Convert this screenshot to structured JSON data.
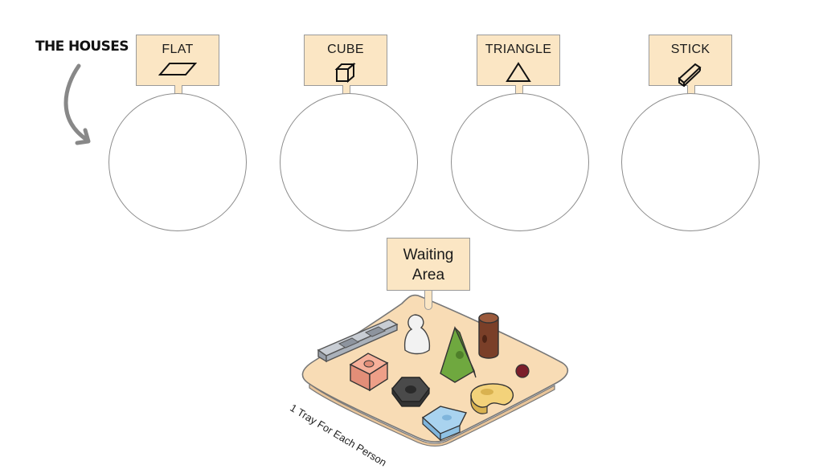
{
  "title": "THE HOUSES",
  "houses": [
    {
      "label": "FLAT",
      "icon": "parallelogram-icon"
    },
    {
      "label": "CUBE",
      "icon": "cube-icon"
    },
    {
      "label": "TRIANGLE",
      "icon": "triangle-icon"
    },
    {
      "label": "STICK",
      "icon": "stick-icon"
    }
  ],
  "waiting_area": {
    "line1": "Waiting",
    "line2": "Area"
  },
  "tray_caption": "1 Tray For Each Person",
  "colors": {
    "sign": "#fbe6c4",
    "tray": "#f8dcb5",
    "outline": "#8c8c8c"
  }
}
